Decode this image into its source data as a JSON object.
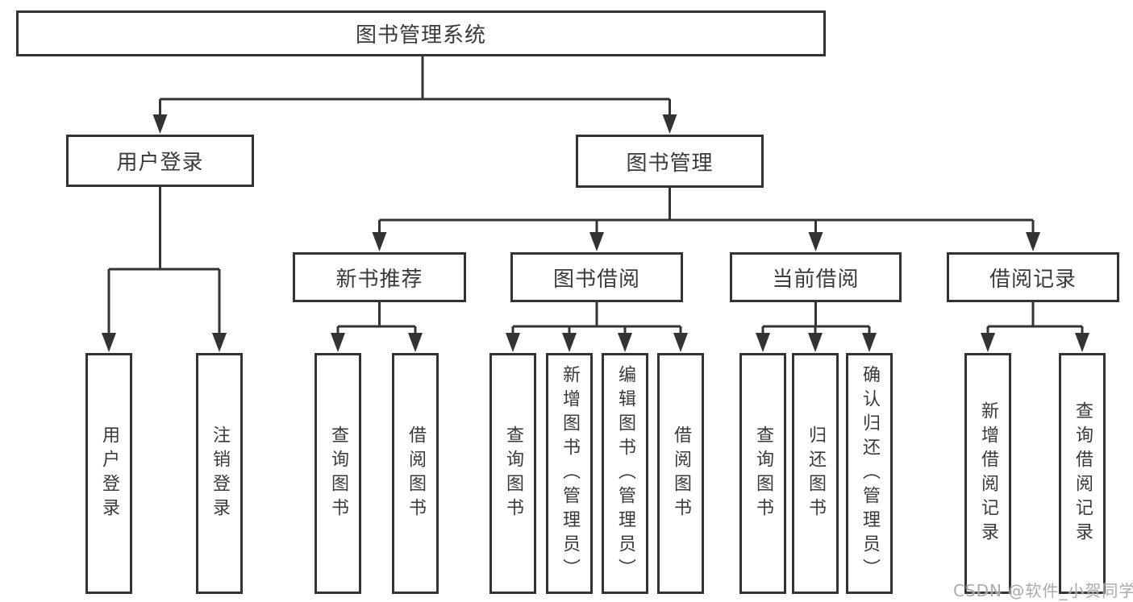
{
  "colors": {
    "background": "#ffffff",
    "line": "#333333",
    "box_border": "#333333",
    "box_fill": "#ffffff",
    "text": "#3a3a3a",
    "watermark": "#9e9e9e"
  },
  "tree": {
    "root": {
      "label": "图书管理系统"
    },
    "user_login": {
      "label": "用户登录",
      "children": [
        {
          "label": "用户登录"
        },
        {
          "label": "注销登录"
        }
      ]
    },
    "book_mgmt": {
      "label": "图书管理",
      "sections": [
        {
          "label": "新书推荐",
          "children": [
            {
              "label": "查询图书"
            },
            {
              "label": "借阅图书"
            }
          ]
        },
        {
          "label": "图书借阅",
          "children": [
            {
              "label": "查询图书"
            },
            {
              "label": "新增图书（管理员）"
            },
            {
              "label": "编辑图书（管理员）"
            },
            {
              "label": "借阅图书"
            }
          ]
        },
        {
          "label": "当前借阅",
          "children": [
            {
              "label": "查询图书"
            },
            {
              "label": "归还图书"
            },
            {
              "label": "确认归还（管理员）"
            }
          ]
        },
        {
          "label": "借阅记录",
          "children": [
            {
              "label": "新增借阅记录"
            },
            {
              "label": "查询借阅记录"
            }
          ]
        }
      ]
    }
  },
  "watermark": {
    "text": "CSDN @软件_小贺同学"
  }
}
